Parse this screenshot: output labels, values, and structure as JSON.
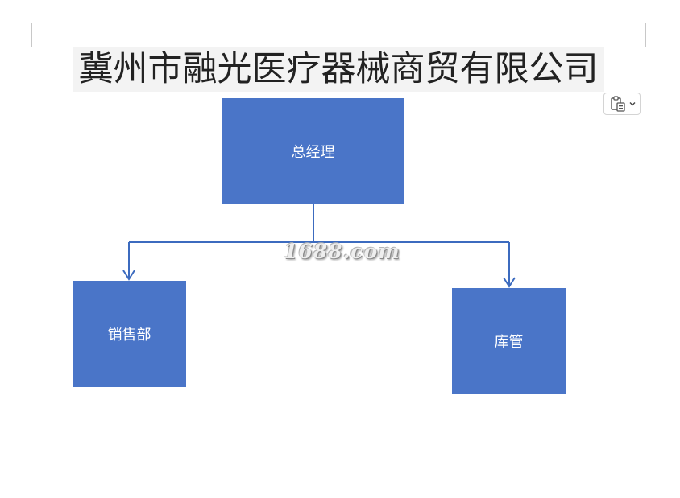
{
  "title": "冀州市融光医疗器械商贸有限公司",
  "nodes": {
    "general_manager": "总经理",
    "sales": "销售部",
    "storage": "库管"
  },
  "watermark": "1688.com",
  "icons": {
    "paste_options": "clipboard-icon",
    "dropdown": "chevron-down-icon"
  },
  "colors": {
    "node_fill": "#4a75c8",
    "connector": "#3c6bbf",
    "node_text": "#ffffff",
    "title_bg": "#f3f3f3"
  }
}
